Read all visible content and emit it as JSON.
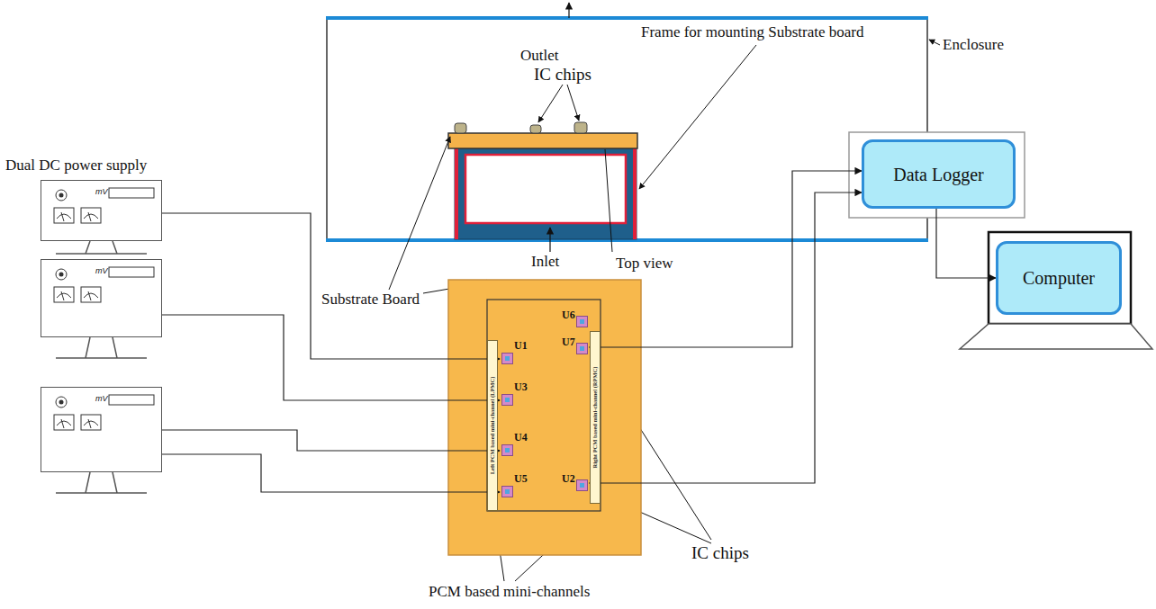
{
  "diagram": {
    "nodes": [
      {
        "text": [
          "Dual DC power supply",
          "mV"
        ]
      },
      {
        "text": [
          "mV"
        ]
      },
      {
        "text": [
          "mV"
        ]
      },
      {
        "text": [
          "Left PCM based mini-channel (LPMC)"
        ]
      },
      {
        "text": [
          "Right PCM based mini-channel (RPMC)"
        ]
      },
      {
        "text": [
          "U1"
        ]
      },
      {
        "text": [
          "U3"
        ]
      },
      {
        "text": [
          "U4"
        ]
      },
      {
        "text": [
          "U5"
        ]
      },
      {
        "text": [
          "U6"
        ]
      },
      {
        "text": [
          "U7"
        ]
      },
      {
        "text": [
          "U2"
        ]
      },
      {
        "text": [
          "Data Logger"
        ]
      },
      {
        "text": [
          "Computer"
        ]
      }
    ],
    "edges": [
      {
        "from": 0,
        "to": 5,
        "arrow": "to"
      },
      {
        "from": 1,
        "to": 6,
        "arrow": "to"
      },
      {
        "from": 2,
        "to": 7,
        "arrow": "to"
      },
      {
        "from": 2,
        "to": 8,
        "arrow": "to"
      },
      {
        "from": 10,
        "to": 12,
        "arrow": "to"
      },
      {
        "from": 11,
        "to": 12,
        "arrow": "to"
      },
      {
        "from": 12,
        "to": 13,
        "arrow": "to"
      }
    ],
    "labels": [
      "Outlet",
      "Enclosure",
      "IC chips",
      "Frame for mounting Substrate board",
      "Inlet",
      "Top view",
      "Substrate Board",
      "IC chips",
      "PCM based mini-channels"
    ]
  }
}
